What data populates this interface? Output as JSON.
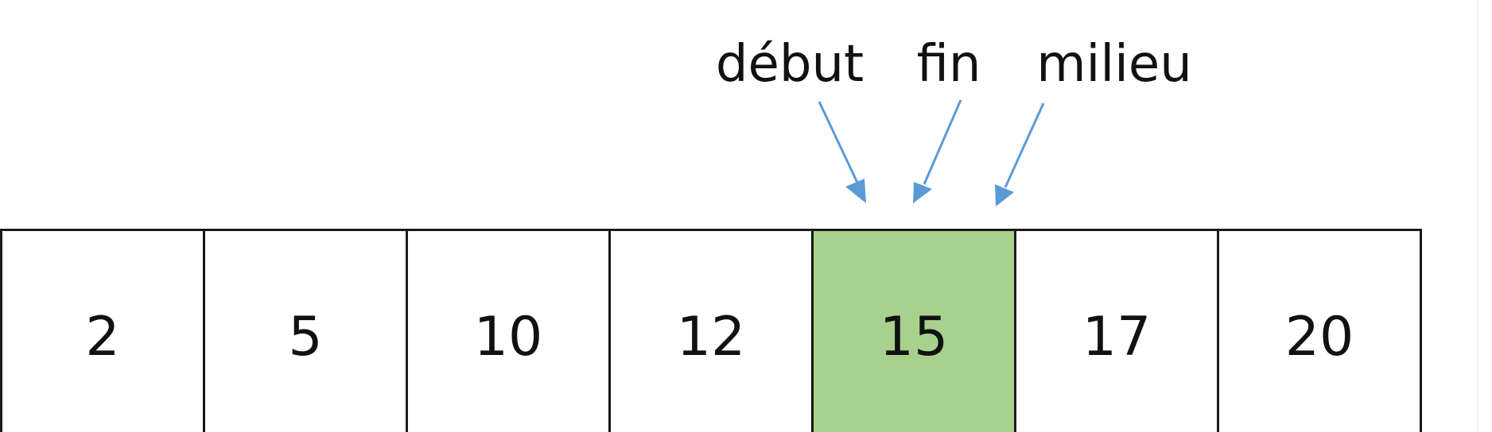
{
  "pointers": [
    {
      "label": "début"
    },
    {
      "label": "fin"
    },
    {
      "label": "milieu"
    }
  ],
  "array": {
    "values": [
      "2",
      "5",
      "10",
      "12",
      "15",
      "17",
      "20"
    ],
    "highlight_index": 4
  },
  "colors": {
    "highlight": "#a9d18e",
    "arrow": "#5b9bd5",
    "border": "#1a1a1a",
    "text": "#111111"
  }
}
